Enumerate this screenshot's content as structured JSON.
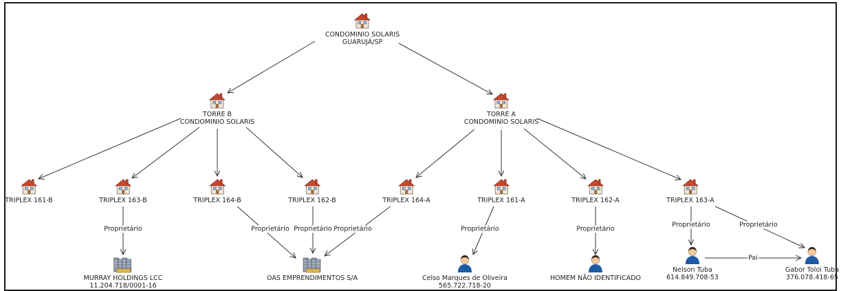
{
  "nodes": {
    "root": {
      "line1": "CONDOMINIO SOLARIS",
      "line2": "GUARUJÁ/SP",
      "icon": "house-icon"
    },
    "torre_b": {
      "line1": "TORRE B",
      "line2": "CONDOMINIO SOLARIS",
      "icon": "house-icon"
    },
    "torre_a": {
      "line1": "TORRE A",
      "line2": "CONDOMINIO SOLARIS",
      "icon": "house-icon"
    },
    "t161b": {
      "line1": "TRIPLEX 161-B",
      "icon": "house-icon"
    },
    "t163b": {
      "line1": "TRIPLEX 163-B",
      "icon": "house-icon"
    },
    "t164b": {
      "line1": "TRIPLEX 164-B",
      "icon": "house-icon"
    },
    "t162b": {
      "line1": "TRIPLEX 162-B",
      "icon": "house-icon"
    },
    "t164a": {
      "line1": "TRIPLEX 164-A",
      "icon": "house-icon"
    },
    "t161a": {
      "line1": "TRIPLEX 161-A",
      "icon": "house-icon"
    },
    "t162a": {
      "line1": "TRIPLEX 162-A",
      "icon": "house-icon"
    },
    "t163a": {
      "line1": "TRIPLEX 163-A",
      "icon": "house-icon"
    },
    "murray": {
      "line1": "MURRAY HOLDINGS LCC",
      "line2": "11.204.718/0001-16",
      "icon": "company-building-icon"
    },
    "oas": {
      "line1": "OAS EMPRENDIMENTOS S/A",
      "icon": "company-building-icon"
    },
    "celso": {
      "line1": "Celso Marques de Oliveira",
      "line2": "565.722.718-20",
      "icon": "person-icon"
    },
    "homem": {
      "line1": "HOMEM NÃO IDENTIFICADO",
      "icon": "person-icon"
    },
    "nelson": {
      "line1": "Nelson Tuba",
      "line2": "614.849.708-53",
      "icon": "person-icon"
    },
    "gabor": {
      "line1": "Gabor Toloi Tuba",
      "line2": "376.078.418-65",
      "icon": "person-icon"
    }
  },
  "edge_labels": {
    "proprietario": "Proprietário",
    "pai": "Pai"
  },
  "colors": {
    "edge": "#333333",
    "house_wall": "#f2e6d8",
    "house_roof": "#c8482e",
    "person_body": "#1f5aa6",
    "building": "#8a94a6"
  }
}
